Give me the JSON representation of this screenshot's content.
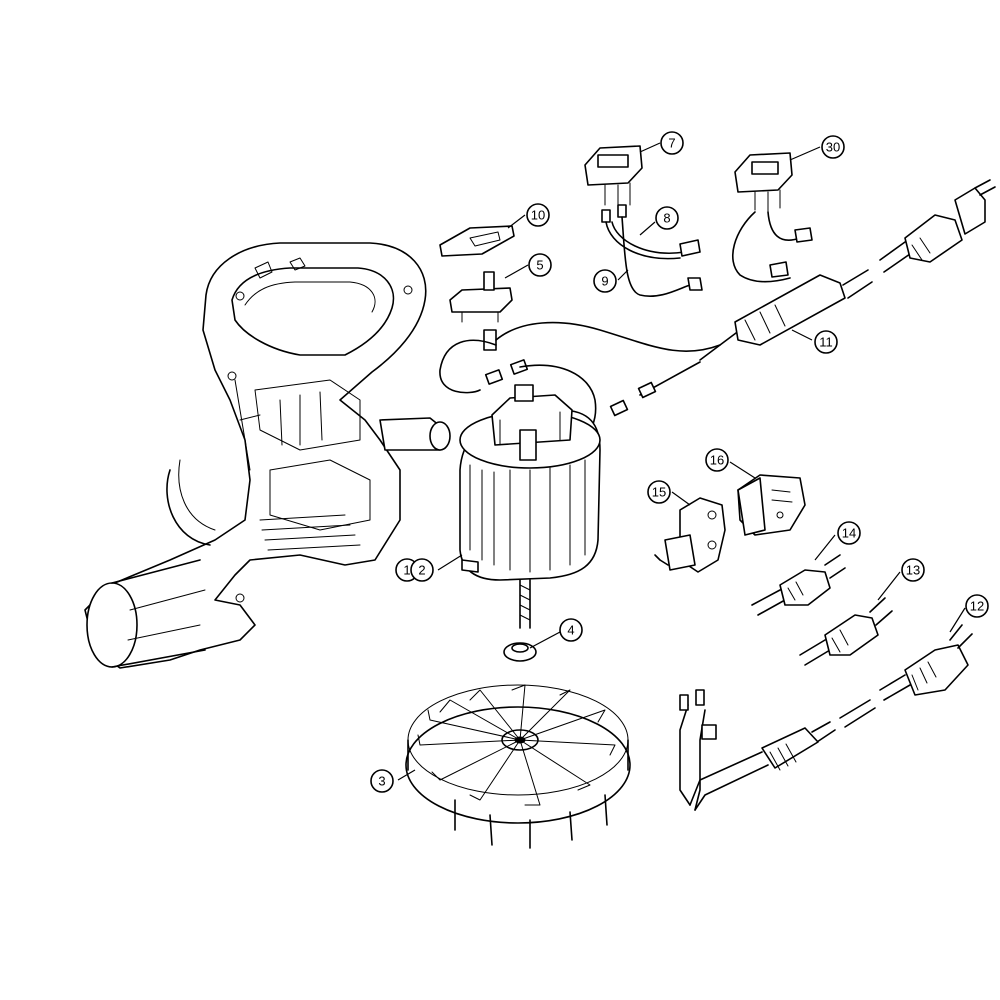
{
  "callouts": {
    "c1": "1",
    "c2": "2",
    "c3": "3",
    "c4": "4",
    "c5": "5",
    "c7": "7",
    "c8": "8",
    "c9": "9",
    "c10": "10",
    "c11": "11",
    "c12": "12",
    "c13": "13",
    "c14": "14",
    "c15": "15",
    "c16": "16",
    "c30": "30"
  }
}
